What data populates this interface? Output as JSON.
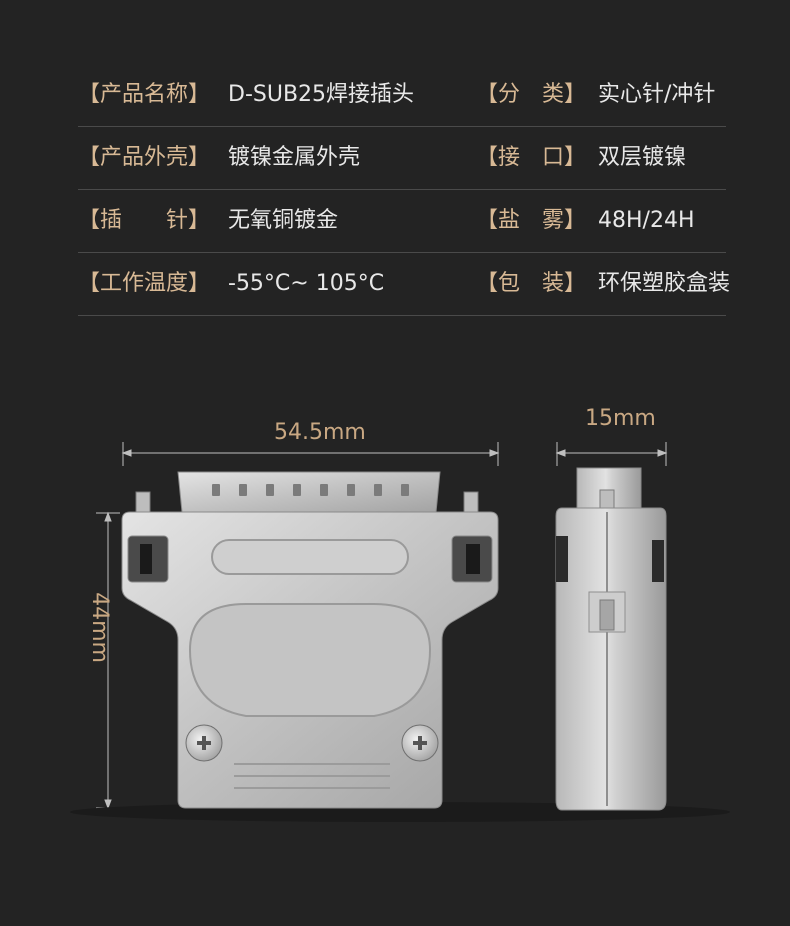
{
  "specs": [
    {
      "label1": "【产品名称】",
      "value1": "D-SUB25焊接插头",
      "label2": "【分　类】",
      "value2": "实心针/冲针"
    },
    {
      "label1": "【产品外壳】",
      "value1": "镀镍金属外壳",
      "label2": "【接　口】",
      "value2": "双层镀镍"
    },
    {
      "label1": "【插　　针】",
      "value1": "无氧铜镀金",
      "label2": "【盐　雾】",
      "value2": "48H/24H"
    },
    {
      "label1": "【工作温度】",
      "value1": "-55°C~ 105°C",
      "label2": "【包　装】",
      "value2": "环保塑胶盒装"
    }
  ],
  "dimensions": {
    "width": "54.5mm",
    "height": "44mm",
    "depth": "15mm"
  },
  "colors": {
    "background": "#232323",
    "label": "#d8b995",
    "value": "#e8e8e8",
    "dimension": "#c9a883"
  }
}
